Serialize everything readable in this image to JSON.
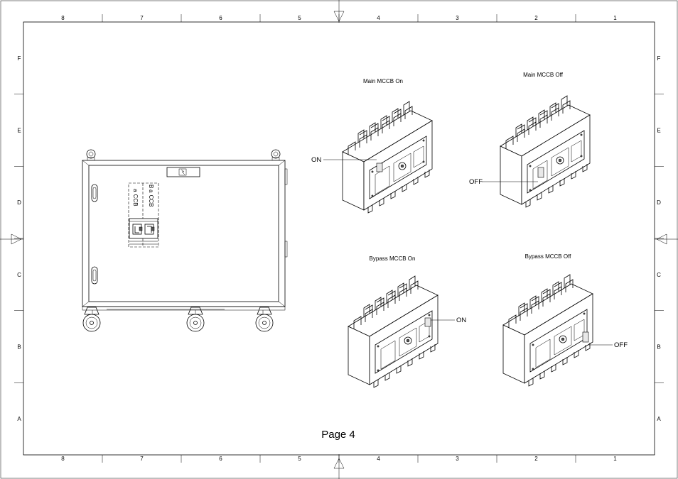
{
  "frame": {
    "columns": [
      "8",
      "7",
      "6",
      "5",
      "4",
      "3",
      "2",
      "1"
    ],
    "rows": [
      "F",
      "E",
      "D",
      "C",
      "B",
      "A"
    ]
  },
  "cabinet": {
    "breaker_left_label": "a  CCB",
    "breaker_right_label": "B a  CCB"
  },
  "views": [
    {
      "caption": "Main MCCB On",
      "callout": "ON"
    },
    {
      "caption": "Main MCCB Off",
      "callout": "OFF"
    },
    {
      "caption": "Bypass MCCB On",
      "callout": "ON"
    },
    {
      "caption": "Bypass MCCB Off",
      "callout": "OFF"
    }
  ],
  "page": {
    "label": "Page 4"
  }
}
